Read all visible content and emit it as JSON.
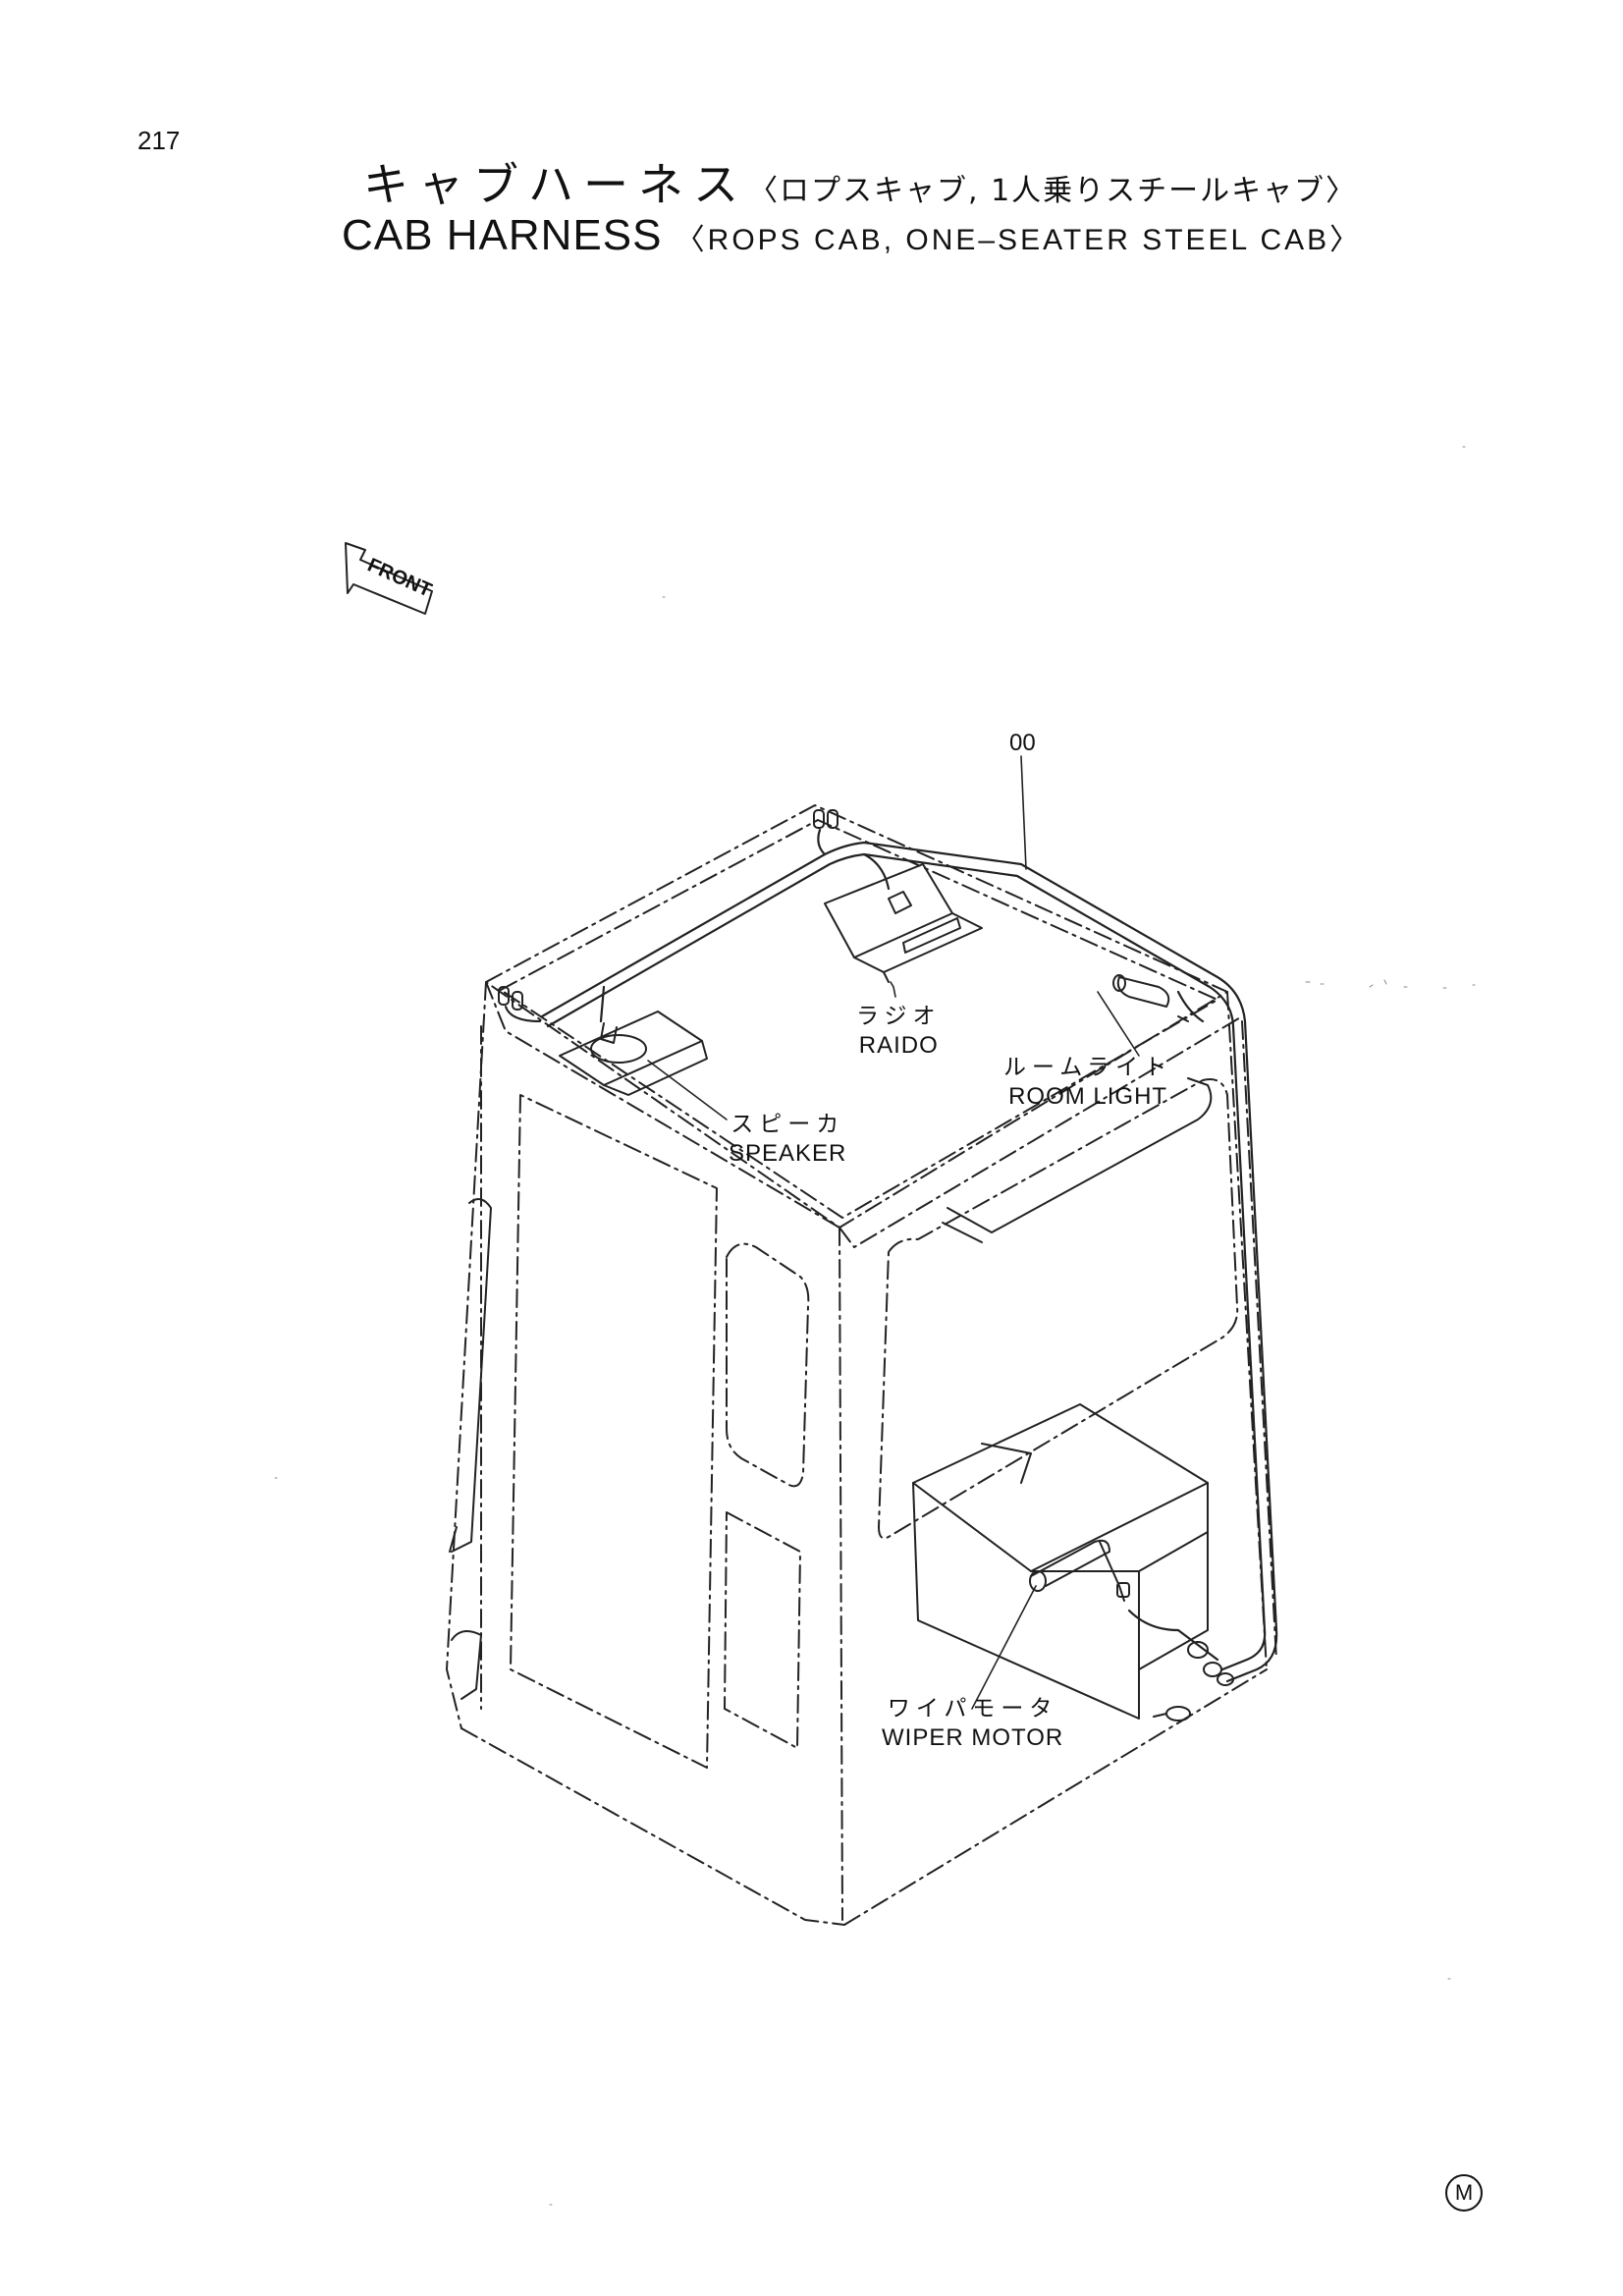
{
  "page_number": "217",
  "title": {
    "jp_main": "キャブハーネス",
    "jp_sub": "〈ロプスキャブ, 1人乗りスチールキャブ〉",
    "en_main": "CAB HARNESS",
    "en_sub": "〈ROPS CAB, ONE–SEATER STEEL CAB〉"
  },
  "front_indicator": "FRONT",
  "part_number": "00",
  "callouts": {
    "radio": {
      "jp": "ラジオ",
      "en": "RAIDO"
    },
    "room_light": {
      "jp": "ルームライト",
      "en": "ROOM LIGHT"
    },
    "speaker": {
      "jp": "スピーカ",
      "en": "SPEAKER"
    },
    "wiper_motor": {
      "jp": "ワイパモータ",
      "en": "WIPER MOTOR"
    }
  },
  "maker_mark": "M"
}
